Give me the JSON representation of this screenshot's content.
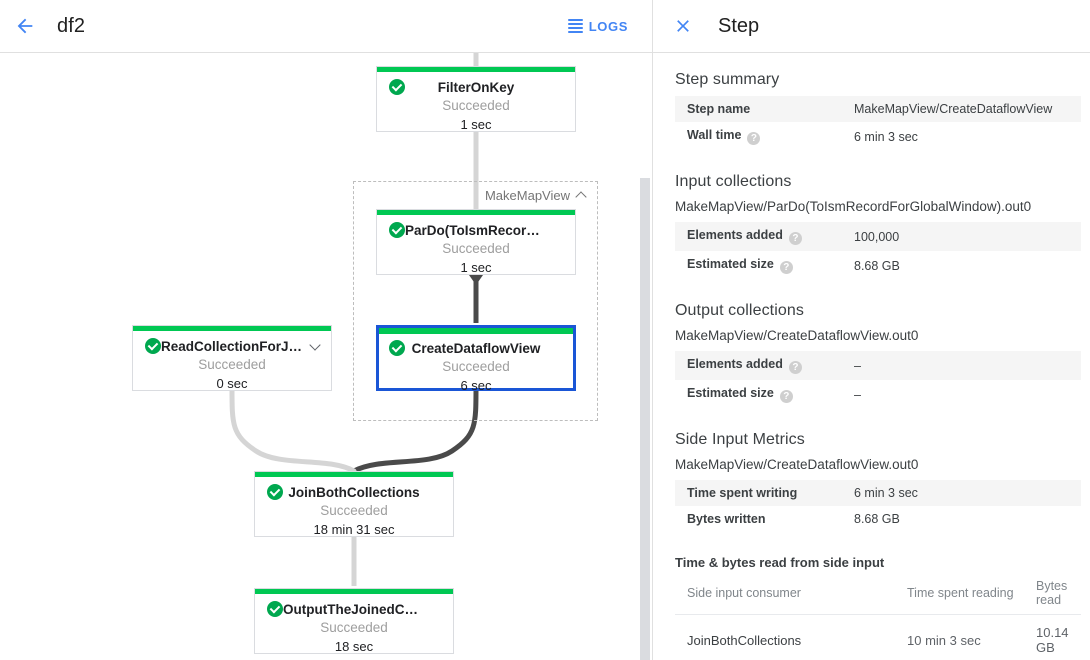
{
  "toolbar": {
    "back_icon": "arrow-back-icon",
    "job_title": "df2",
    "logs_label": "LOGS",
    "logs_icon": "logs-lines-icon"
  },
  "graph": {
    "group": {
      "label": "MakeMapView",
      "collapse_icon": "chevron-up-icon"
    },
    "nodes": [
      {
        "id": "filter-on-key",
        "title": "FilterOnKey",
        "status": "Succeeded",
        "time": "1 sec",
        "status_color": "#00c853",
        "check_icon": "check-circle-icon",
        "selected": false,
        "has_caret": false
      },
      {
        "id": "pardo-toismrecordfor",
        "title": "ParDo(ToIsmRecordFor…",
        "status": "Succeeded",
        "time": "1 sec",
        "status_color": "#00c853",
        "check_icon": "check-circle-icon",
        "selected": false,
        "has_caret": false
      },
      {
        "id": "create-dataflow-view",
        "title": "CreateDataflowView",
        "status": "Succeeded",
        "time": "6 sec",
        "status_color": "#00c853",
        "check_icon": "check-circle-icon",
        "selected": true,
        "has_caret": false
      },
      {
        "id": "read-collection-for-join",
        "title": "ReadCollectionForJoin",
        "status": "Succeeded",
        "time": "0 sec",
        "status_color": "#00c853",
        "check_icon": "check-circle-icon",
        "selected": false,
        "has_caret": true,
        "caret_icon": "chevron-down-icon"
      },
      {
        "id": "join-both-collections",
        "title": "JoinBothCollections",
        "status": "Succeeded",
        "time": "18 min 31 sec",
        "status_color": "#00c853",
        "check_icon": "check-circle-icon",
        "selected": false,
        "has_caret": false
      },
      {
        "id": "output-the-joined-collec",
        "title": "OutputTheJoinedCollec…",
        "status": "Succeeded",
        "time": "18 sec",
        "status_color": "#00c853",
        "check_icon": "check-circle-icon",
        "selected": false,
        "has_caret": false
      }
    ],
    "selection_color": "#1a56d6",
    "edge_color_active": "#4a4a4a",
    "edge_color_idle": "#d5d5d5"
  },
  "panel": {
    "close_icon": "close-icon",
    "title": "Step",
    "step_summary": {
      "heading": "Step summary",
      "rows": [
        {
          "key": "Step name",
          "value": "MakeMapView/CreateDataflowView",
          "help": false
        },
        {
          "key": "Wall time",
          "value": "6 min 3 sec",
          "help": true
        }
      ]
    },
    "input_collections": {
      "heading": "Input collections",
      "collection_name": "MakeMapView/ParDo(ToIsmRecordForGlobalWindow).out0",
      "rows": [
        {
          "key": "Elements added",
          "value": "100,000",
          "help": true
        },
        {
          "key": "Estimated size",
          "value": "8.68 GB",
          "help": true
        }
      ]
    },
    "output_collections": {
      "heading": "Output collections",
      "collection_name": "MakeMapView/CreateDataflowView.out0",
      "rows": [
        {
          "key": "Elements added",
          "value": "–",
          "help": true
        },
        {
          "key": "Estimated size",
          "value": "–",
          "help": true
        }
      ]
    },
    "side_input_metrics": {
      "heading": "Side Input Metrics",
      "collection_name": "MakeMapView/CreateDataflowView.out0",
      "rows": [
        {
          "key": "Time spent writing",
          "value": "6 min 3 sec",
          "help": false
        },
        {
          "key": "Bytes written",
          "value": "8.68 GB",
          "help": false
        }
      ]
    },
    "side_input_reads": {
      "heading": "Time & bytes read from side input",
      "columns": [
        "Side input consumer",
        "Time spent reading",
        "Bytes read"
      ],
      "rows": [
        [
          "JoinBothCollections",
          "10 min 3 sec",
          "10.14 GB"
        ]
      ]
    },
    "help_glyph": "?"
  }
}
